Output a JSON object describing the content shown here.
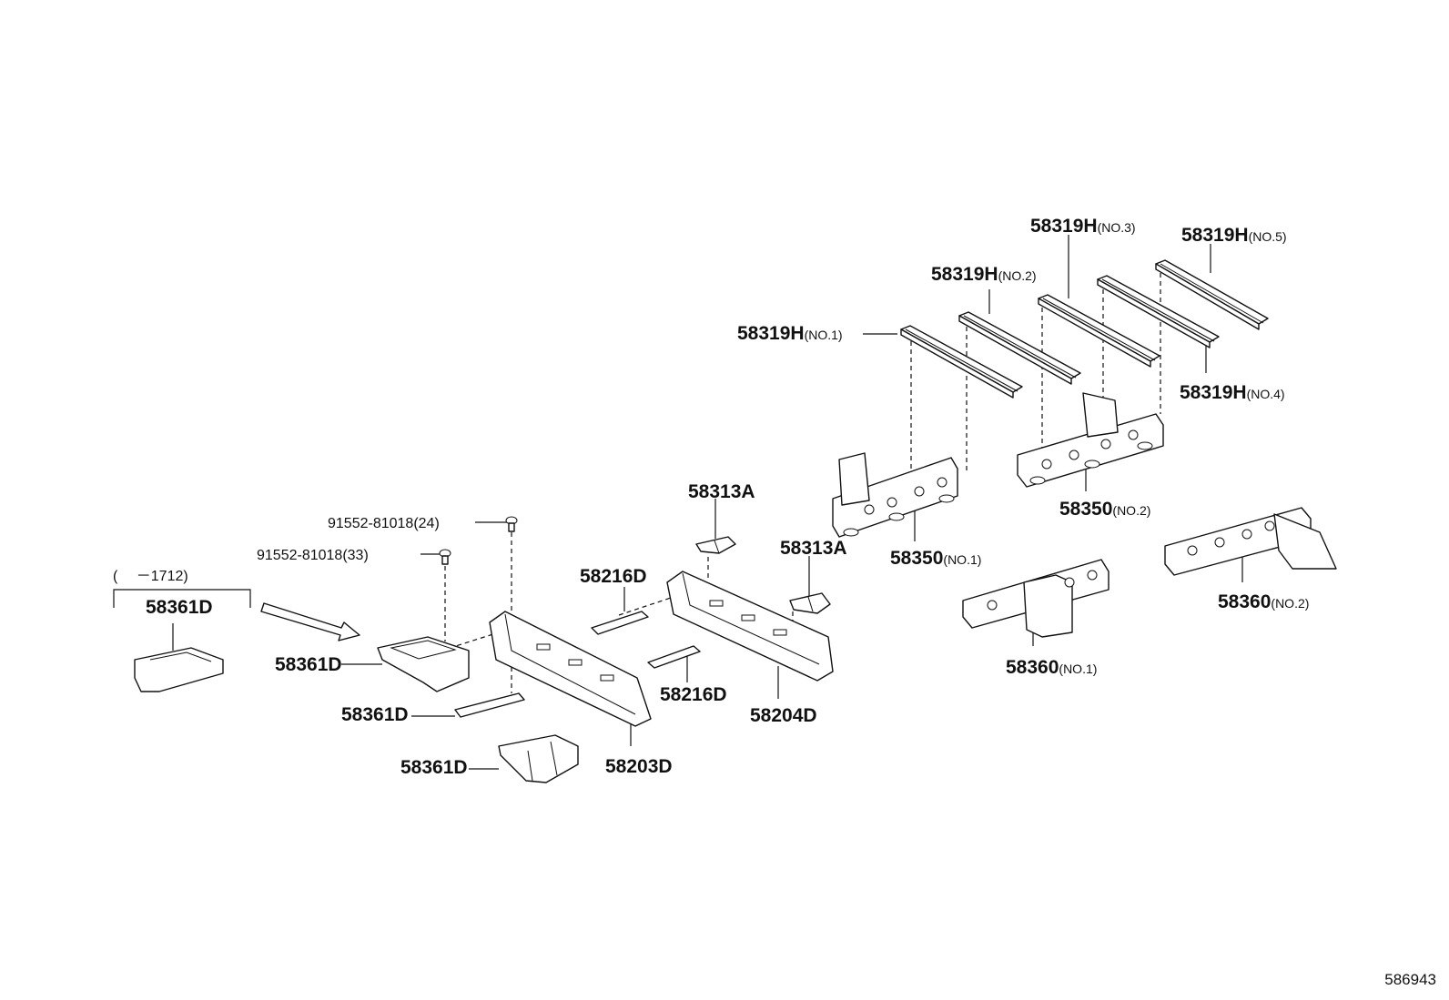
{
  "diagram_id": "586943",
  "labels": {
    "p58319H_1": {
      "part": "58319H",
      "suffix": "(NO.1)"
    },
    "p58319H_2": {
      "part": "58319H",
      "suffix": "(NO.2)"
    },
    "p58319H_3": {
      "part": "58319H",
      "suffix": "(NO.3)"
    },
    "p58319H_4": {
      "part": "58319H",
      "suffix": "(NO.4)"
    },
    "p58319H_5": {
      "part": "58319H",
      "suffix": "(NO.5)"
    },
    "p58350_1": {
      "part": "58350",
      "suffix": "(NO.1)"
    },
    "p58350_2": {
      "part": "58350",
      "suffix": "(NO.2)"
    },
    "p58360_1": {
      "part": "58360",
      "suffix": "(NO.1)"
    },
    "p58360_2": {
      "part": "58360",
      "suffix": "(NO.2)"
    },
    "p58313A_a": {
      "part": "58313A"
    },
    "p58313A_b": {
      "part": "58313A"
    },
    "p58216D_a": {
      "part": "58216D"
    },
    "p58216D_b": {
      "part": "58216D"
    },
    "p58204D": {
      "part": "58204D"
    },
    "p58203D": {
      "part": "58203D"
    },
    "p58361D_main": {
      "part": "58361D"
    },
    "p58361D_plate": {
      "part": "58361D"
    },
    "p58361D_lower": {
      "part": "58361D"
    },
    "p58361D_old": {
      "part": "58361D"
    },
    "bolt24": {
      "part": "91552-81018(24)"
    },
    "bolt33": {
      "part": "91552-81018(33)"
    },
    "date_range": {
      "text": "(　 －1712)"
    }
  }
}
